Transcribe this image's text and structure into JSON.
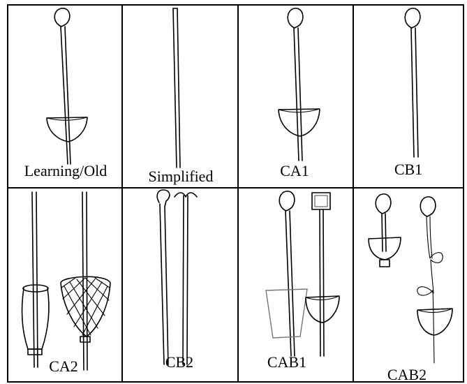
{
  "cells": [
    {
      "label": "Learning/Old"
    },
    {
      "label": "Simplified"
    },
    {
      "label": "CA1"
    },
    {
      "label": "CB1"
    },
    {
      "label": "CA2"
    },
    {
      "label": "CB2"
    },
    {
      "label": "CAB1"
    },
    {
      "label": "CAB2"
    }
  ]
}
